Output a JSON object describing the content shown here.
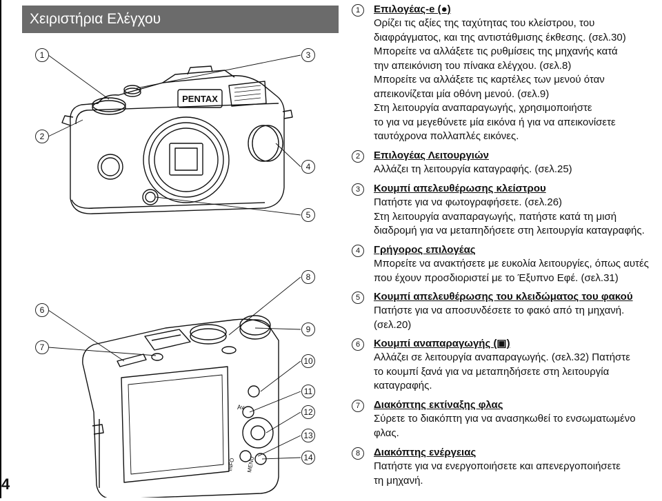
{
  "header": {
    "title": "Χειριστήρια Ελέγχου"
  },
  "page_number": "4",
  "figure": {
    "brand": "PENTAX",
    "camera_labels": {
      "av": "Av",
      "info": "INFO",
      "menu": "MENU"
    },
    "callouts": [
      "1",
      "2",
      "3",
      "4",
      "5",
      "6",
      "7",
      "8",
      "9",
      "10",
      "11",
      "12",
      "13",
      "14"
    ]
  },
  "items": [
    {
      "num": "1",
      "title": "Επιλογέας-e (●)",
      "lines": [
        "Ορίζει τις αξίες της ταχύτητας του κλείστρου, του",
        "διαφράγματος, και της αντιστάθμισης έκθεσης. (σελ.30)",
        "Μπορείτε να αλλάξετε τις ρυθμίσεις της μηχανής κατά",
        "την απεικόνιση του πίνακα ελέγχου. (σελ.8)",
        "Μπορείτε να αλλάξετε τις καρτέλες των μενού όταν",
        "απεικονίζεται μία οθόνη μενού. (σελ.9)",
        "Στη λειτουργία αναπαραγωγής, χρησιμοποιήστε",
        "το για να μεγεθύνετε μία εικόνα ή για να απεικονίσετε",
        "ταυτόχρονα πολλαπλές εικόνες."
      ]
    },
    {
      "num": "2",
      "title": "Επιλογέας Λειτουργιών",
      "lines": [
        "Αλλάζει τη λειτουργία καταγραφής. (σελ.25)"
      ]
    },
    {
      "num": "3",
      "title": "Κουμπί απελευθέρωσης κλείστρου",
      "lines": [
        "Πατήστε για να φωτογραφήσετε. (σελ.26)",
        "Στη λειτουργία αναπαραγωγής, πατήστε κατά τη μισή",
        "διαδρομή για να μεταπηδήσετε στη λειτουργία καταγραφής."
      ]
    },
    {
      "num": "4",
      "title": "Γρήγορος επιλογέας",
      "lines": [
        "Μπορείτε να ανακτήσετε με ευκολία λειτουργίες, όπως αυτές",
        "που έχουν προσδιοριστεί με το Έξυπνο Εφέ. (σελ.31)"
      ]
    },
    {
      "num": "5",
      "title": "Κουμπί απελευθέρωσης του κλειδώματος του φακού",
      "lines": [
        "Πατήστε για να αποσυνδέσετε το φακό από τη μηχανή.",
        "(σελ.20)"
      ]
    },
    {
      "num": "6",
      "title": "Κουμπί αναπαραγωγής (▣)",
      "lines": [
        "Αλλάζει σε λειτουργία αναπαραγωγής. (σελ.32) Πατήστε",
        "το κουμπί ξανά για να μεταπηδήσετε στη λειτουργία",
        "καταγραφής."
      ]
    },
    {
      "num": "7",
      "title": "Διακόπτης εκτίναξης φλας",
      "lines": [
        "Σύρετε το διακόπτη για να ανασηκωθεί το ενσωματωμένο",
        "φλας."
      ]
    },
    {
      "num": "8",
      "title": "Διακόπτης ενέργειας",
      "lines": [
        "Πατήστε για να ενεργοποιήσετε και απενεργοποιήσετε",
        "τη μηχανή."
      ]
    }
  ]
}
